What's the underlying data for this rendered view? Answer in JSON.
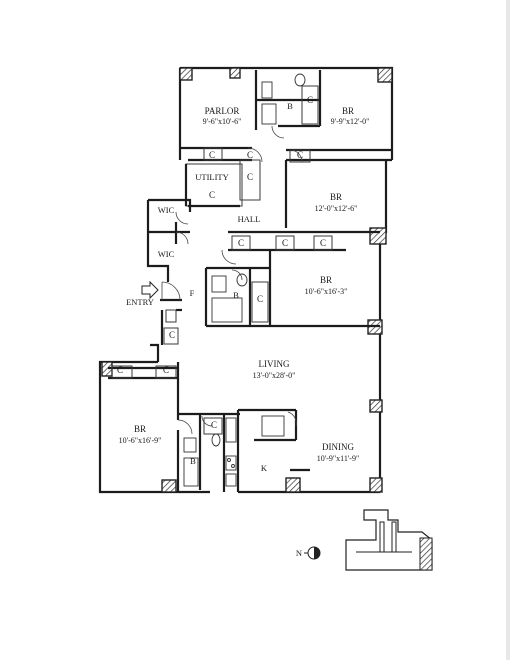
{
  "rooms": {
    "parlor": {
      "name": "PARLOR",
      "dim": "9'-6\"x10'-6\""
    },
    "br1": {
      "name": "BR",
      "dim": "9'-9\"x12'-0\""
    },
    "br2": {
      "name": "BR",
      "dim": "12'-0\"x12'-6\""
    },
    "br3": {
      "name": "BR",
      "dim": "10'-6\"x16'-3\""
    },
    "living": {
      "name": "LIVING",
      "dim": "13'-0\"x28'-0\""
    },
    "br4": {
      "name": "BR",
      "dim": "10'-6\"x16'-9\""
    },
    "dining": {
      "name": "DINING",
      "dim": "10'-9\"x11'-9\""
    }
  },
  "labels": {
    "utility": "UTILITY",
    "hall": "HALL",
    "wic1": "WIC",
    "wic2": "WIC",
    "entry": "ENTRY",
    "foyer": "F",
    "kitchen": "K",
    "bath": "B",
    "closet": "C",
    "north": "N"
  }
}
